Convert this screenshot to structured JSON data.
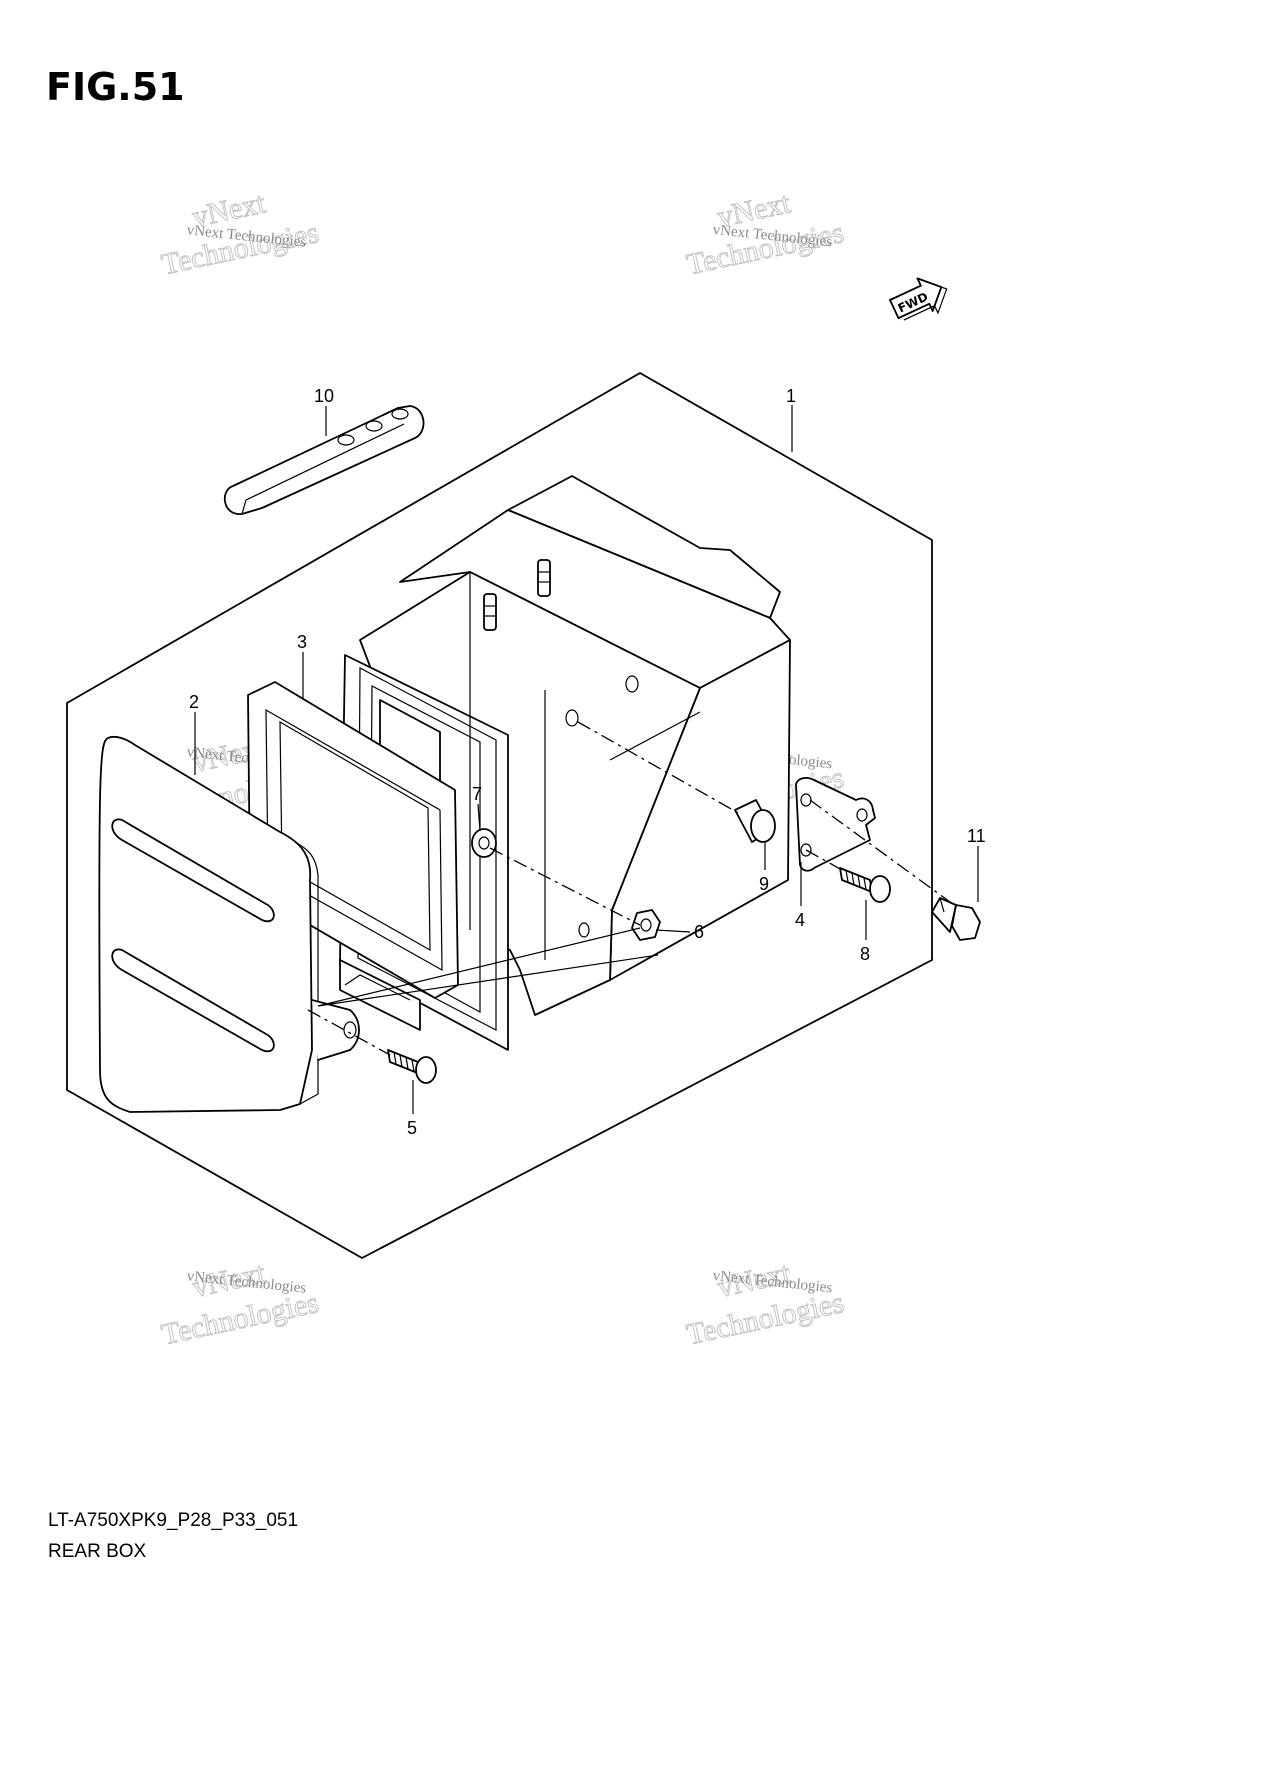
{
  "figure": {
    "title": "FIG.51"
  },
  "fwd_badge": {
    "label": "FWD",
    "icon": "forward-arrow-icon"
  },
  "callouts": [
    {
      "number": "1"
    },
    {
      "number": "2"
    },
    {
      "number": "3"
    },
    {
      "number": "4"
    },
    {
      "number": "5"
    },
    {
      "number": "6"
    },
    {
      "number": "7"
    },
    {
      "number": "8"
    },
    {
      "number": "9"
    },
    {
      "number": "10"
    },
    {
      "number": "11"
    }
  ],
  "watermark": {
    "line": "vNext Technologies",
    "word1": "vNext",
    "word2": "Technologies"
  },
  "caption": {
    "model_code": "LT-A750XPK9_P28_P33_051",
    "name": "REAR BOX"
  }
}
